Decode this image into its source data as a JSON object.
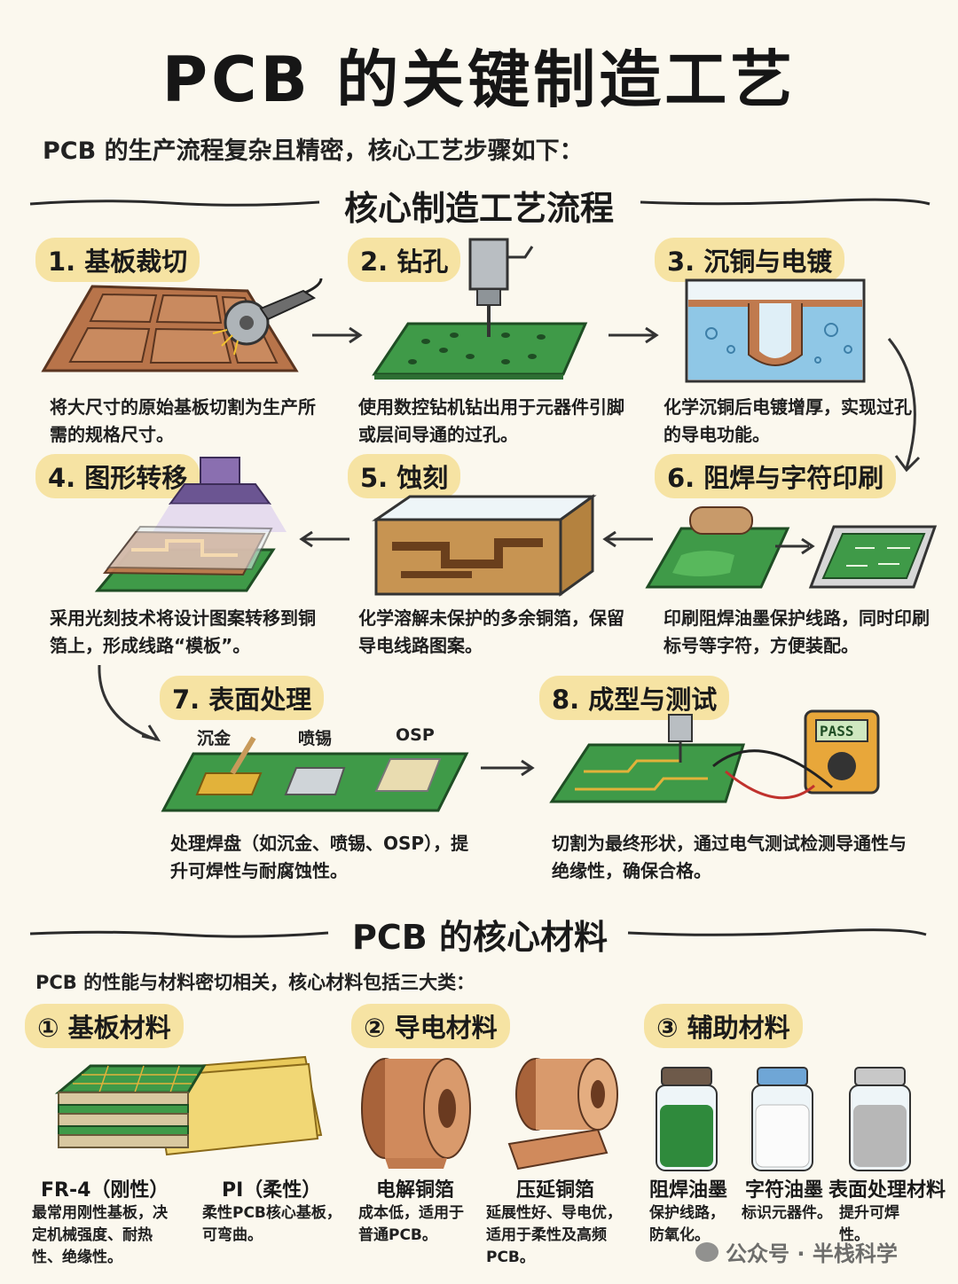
{
  "title": "PCB 的关键制造工艺",
  "intro": "PCB 的生产流程复杂且精密，核心工艺步骤如下：",
  "section1": "核心制造工艺流程",
  "steps": [
    {
      "label": "1. 基板裁切",
      "desc": "将大尺寸的原始基板切割为生产所需的规格尺寸。"
    },
    {
      "label": "2. 钻孔",
      "desc": "使用数控钻机钻出用于元器件引脚或层间导通的过孔。"
    },
    {
      "label": "3. 沉铜与电镀",
      "desc": "化学沉铜后电镀增厚，实现过孔的导电功能。"
    },
    {
      "label": "4. 图形转移",
      "desc": "采用光刻技术将设计图案转移到铜箔上，形成线路“模板”。"
    },
    {
      "label": "5. 蚀刻",
      "desc": "化学溶解未保护的多余铜箔，保留导电线路图案。"
    },
    {
      "label": "6. 阻焊与字符印刷",
      "desc": "印刷阻焊油墨保护线路，同时印刷标号等字符，方便装配。"
    },
    {
      "label": "7. 表面处理",
      "desc": "处理焊盘（如沉金、喷锡、OSP），提升可焊性与耐腐蚀性。"
    },
    {
      "label": "8. 成型与测试",
      "desc": "切割为最终形状，通过电气测试检测导通性与绝缘性，确保合格。"
    }
  ],
  "step7_pads": [
    "沉金",
    "喷锡",
    "OSP"
  ],
  "meter_text": "PASS",
  "section2": "PCB 的核心材料",
  "materials_intro": "PCB 的性能与材料密切相关，核心材料包括三大类：",
  "material_groups": [
    {
      "label": "① 基板材料",
      "items": [
        {
          "name": "FR-4（刚性）",
          "desc": "最常用刚性基板，决定机械强度、耐热性、绝缘性。"
        },
        {
          "name": "PI（柔性）",
          "desc": "柔性PCB核心基板，可弯曲。"
        }
      ]
    },
    {
      "label": "② 导电材料",
      "items": [
        {
          "name": "电解铜箔",
          "desc": "成本低，适用于普通PCB。"
        },
        {
          "name": "压延铜箔",
          "desc": "延展性好、导电优，适用于柔性及高频PCB。"
        }
      ]
    },
    {
      "label": "③ 辅助材料",
      "items": [
        {
          "name": "阻焊油墨",
          "desc": "保护线路，防氧化。"
        },
        {
          "name": "字符油墨",
          "desc": "标识元器件。"
        },
        {
          "name": "表面处理材料",
          "desc": "提升可焊性。"
        }
      ]
    }
  ],
  "watermark": "公众号 · 半栈科学",
  "colors": {
    "board_green": "#3f9a48",
    "copper": "#c07a4e",
    "chip_bg": "#f6e3a3",
    "water": "#8fc7e6",
    "ink": "#1c1c1c"
  }
}
